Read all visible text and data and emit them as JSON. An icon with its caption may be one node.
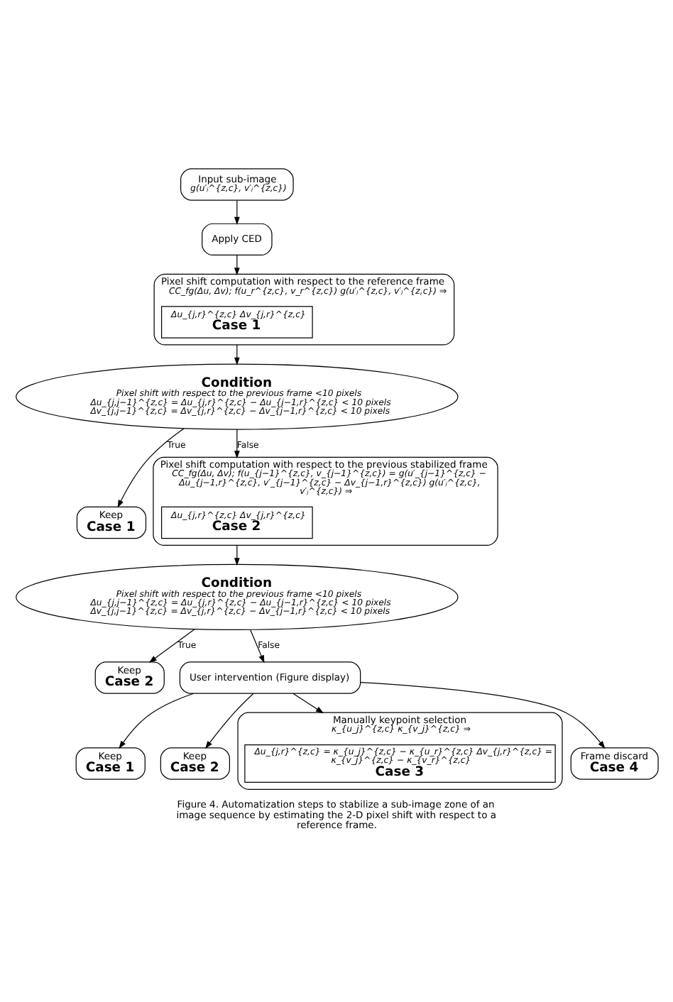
{
  "diagram": {
    "caption": "Figure 4. Automatization steps to stabilize a sub-image zone of an image sequence by estimating the 2-D pixel shift with respect to a reference frame.",
    "nodes": [
      {
        "text": [
          "Input sub-image",
          "g(u′ⱼ^{z,c}, v′ⱼ^{z,c})"
        ]
      },
      {
        "text": [
          "Apply CED"
        ]
      },
      {
        "text": [
          "Pixel shift computation with respect to the reference frame",
          "CC_fg(Δu, Δv); f(u_r^{z,c}, v_r^{z,c}) g(u′ⱼ^{z,c}, v′ⱼ^{z,c}) ⇒"
        ]
      },
      {
        "text": [
          "Δu_{j,r}^{z,c} Δv_{j,r}^{z,c}",
          "Case 1"
        ],
        "in": 2
      },
      {
        "text": [
          "Condition",
          "Pixel shift with respect to the previous frame <10 pixels",
          "Δu_{j,j−1}^{z,c} = Δu_{j,r}^{z,c} − Δu_{j−1,r}^{z,c} < 10 pixels",
          "Δv_{j,j−1}^{z,c} = Δv_{j,r}^{z,c} − Δv_{j−1,r}^{z,c} < 10 pixels"
        ]
      },
      {
        "text": [
          "Keep",
          "Case 1"
        ]
      },
      {
        "text": [
          "Pixel shift computation with respect to the previous stabilized frame",
          "CC_fg(Δu, Δv); f(u_{j−1}^{z,c}, v_{j−1}^{z,c}) = g(u′_{j−1}^{z,c} − Δu_{j−1,r}^{z,c}, v′_{j−1}^{z,c} − Δv_{j−1,r}^{z,c}) g(u′ⱼ^{z,c}, v′ⱼ^{z,c}) ⇒"
        ]
      },
      {
        "text": [
          "Δu_{j,r}^{z,c} Δv_{j,r}^{z,c}",
          "Case 2"
        ],
        "in": 6
      },
      {
        "text": [
          "Condition",
          "Pixel shift with respect to the previous frame <10 pixels",
          "Δu_{j,j−1}^{z,c} = Δu_{j,r}^{z,c} − Δu_{j−1,r}^{z,c} < 10 pixels",
          "Δv_{j,j−1}^{z,c} = Δv_{j,r}^{z,c} − Δv_{j−1,r}^{z,c} < 10 pixels"
        ]
      },
      {
        "text": [
          "Keep",
          "Case 2"
        ]
      },
      {
        "text": [
          "User intervention (Figure display)"
        ]
      },
      {
        "text": [
          "Keep",
          "Case 1"
        ]
      },
      {
        "text": [
          "Keep",
          "Case 2"
        ]
      },
      {
        "text": [
          "Manually keypoint selection",
          "κ_{u_j}^{z,c} κ_{v_j}^{z,c} ⇒"
        ]
      },
      {
        "text": [
          "Δu_{j,r}^{z,c} = κ_{u_j}^{z,c} − κ_{u_r}^{z,c} Δv_{j,r}^{z,c} = κ_{v_j}^{z,c} − κ_{v_r}^{z,c}",
          "Case 3"
        ],
        "in": 13
      },
      {
        "text": [
          "Frame discard",
          "Case 4"
        ]
      }
    ],
    "edges": [
      {
        "from": 0,
        "to": 1,
        "arrow": "to"
      },
      {
        "from": 1,
        "to": 2,
        "arrow": "to"
      },
      {
        "from": 2,
        "to": 4,
        "arrow": "to"
      },
      {
        "from": 4,
        "to": 5,
        "arrow": "to",
        "label": "True"
      },
      {
        "from": 4,
        "to": 6,
        "arrow": "to",
        "label": "False"
      },
      {
        "from": 6,
        "to": 8,
        "arrow": "to"
      },
      {
        "from": 8,
        "to": 9,
        "arrow": "to",
        "label": "True"
      },
      {
        "from": 8,
        "to": 10,
        "arrow": "to",
        "label": "False"
      },
      {
        "from": 10,
        "to": 11,
        "arrow": "to"
      },
      {
        "from": 10,
        "to": 12,
        "arrow": "to"
      },
      {
        "from": 10,
        "to": 13,
        "arrow": "to"
      },
      {
        "from": 10,
        "to": 15,
        "arrow": "to"
      }
    ]
  }
}
